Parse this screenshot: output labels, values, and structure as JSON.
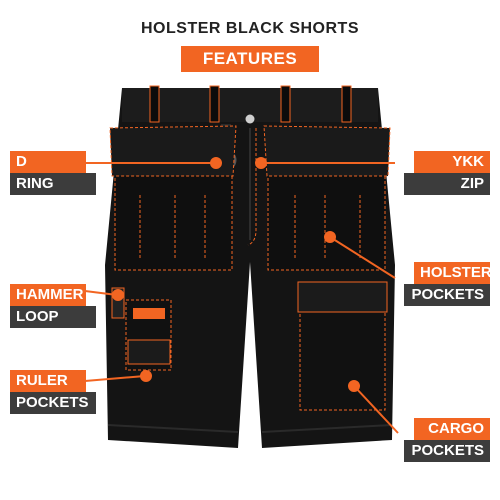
{
  "header": {
    "title": "HOLSTER BLACK SHORTS",
    "badge": "FEATURES"
  },
  "callouts": {
    "d_ring": {
      "top": "D",
      "bottom": "RING"
    },
    "ykk_zip": {
      "top": "YKK",
      "bottom": "ZIP"
    },
    "hammer_loop": {
      "top": "HAMMER",
      "bottom": "LOOP"
    },
    "holster_pockets": {
      "top": "HOLSTER",
      "bottom": "POCKETS"
    },
    "ruler_pockets": {
      "top": "RULER",
      "bottom": "POCKETS"
    },
    "cargo_pockets": {
      "top": "CARGO",
      "bottom": "POCKETS"
    }
  },
  "brand_label": "",
  "colors": {
    "accent": "#f26522",
    "dark_label": "#3c3c3c",
    "fabric": "#141414"
  }
}
